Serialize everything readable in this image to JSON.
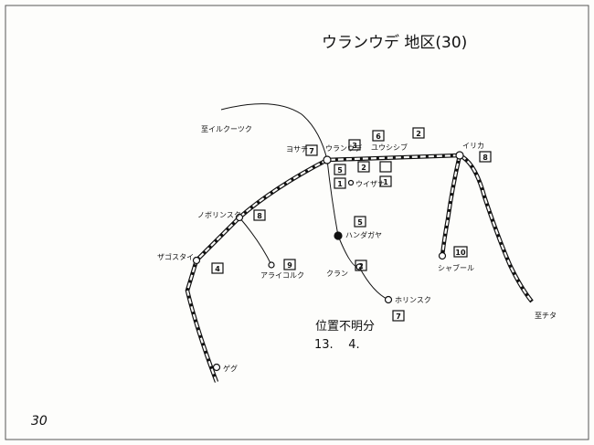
{
  "title": "ウランウデ 地区(30)",
  "page_number": "30",
  "note": {
    "line1": "位置不明分",
    "line2": "13.    4."
  },
  "direction_labels": {
    "irkutsk": "至イルクーツク",
    "chita": "至チタ"
  },
  "places": {
    "ulan_ude": "ウランウデ",
    "sosnovy": "ヨサチ",
    "onokhoy": "ユウシシブ",
    "ilka": "イリカ",
    "zaudinsky": "ウイザナ",
    "novoilyinsk": "ノボリンスク",
    "zagustai": "ザゴスタイ",
    "khandagatai": "ハンダガヤ",
    "kulan": "クラン",
    "khorinsk": "ホリンスク",
    "shabur": "シャブール",
    "araikolk": "アライコルク",
    "gegt": "ゲグ"
  },
  "site_numbers": {
    "n1": "1",
    "n2": "2",
    "n3": "3",
    "n4": "4",
    "n5": "5",
    "n6": "6",
    "n7": "7",
    "n8": "8",
    "n9": "9",
    "n10": "10"
  },
  "colors": {
    "ink": "#111111",
    "paper": "#fdfdfb",
    "border": "#555555"
  }
}
